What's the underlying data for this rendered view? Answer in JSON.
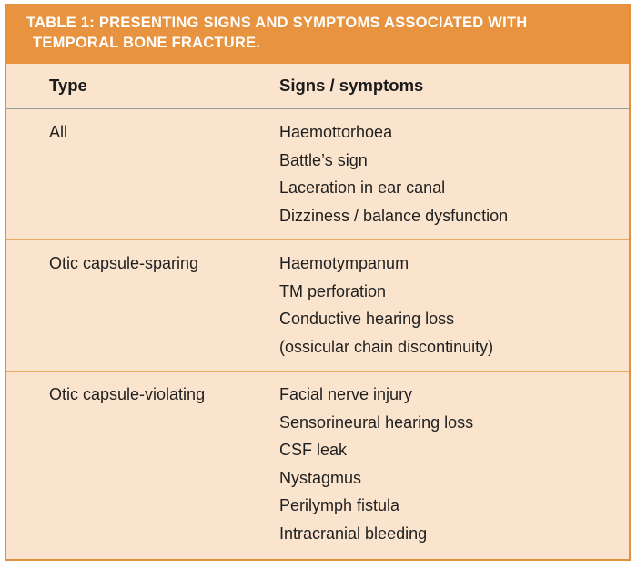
{
  "figure": {
    "title_lines": [
      "TABLE 1: PRESENTING SIGNS AND SYMPTOMS ASSOCIATED WITH",
      "TEMPORAL BONE FRACTURE."
    ],
    "colors": {
      "banner_background": "#E8933F",
      "banner_text": "#FFFFFF",
      "cell_background": "#FBE4CE",
      "outer_border": "#E0903F",
      "column_divider": "#8D9E9E",
      "section_divider": "#E8A866",
      "body_text": "#1F1F1F"
    }
  },
  "table": {
    "columns": [
      "Type",
      "Signs / symptoms"
    ],
    "rows": [
      {
        "type": "All",
        "symptoms": [
          "Haemottorhoea",
          "Battle’s sign",
          "Laceration in ear canal",
          "Dizziness / balance dysfunction"
        ]
      },
      {
        "type": "Otic capsule-sparing",
        "symptoms": [
          "Haemotympanum",
          "TM perforation",
          "Conductive hearing loss",
          "(ossicular chain discontinuity)"
        ]
      },
      {
        "type": "Otic capsule-violating",
        "symptoms": [
          "Facial nerve injury",
          "Sensorineural hearing loss",
          "CSF leak",
          "Nystagmus",
          "Perilymph fistula",
          "Intracranial bleeding"
        ]
      }
    ]
  }
}
